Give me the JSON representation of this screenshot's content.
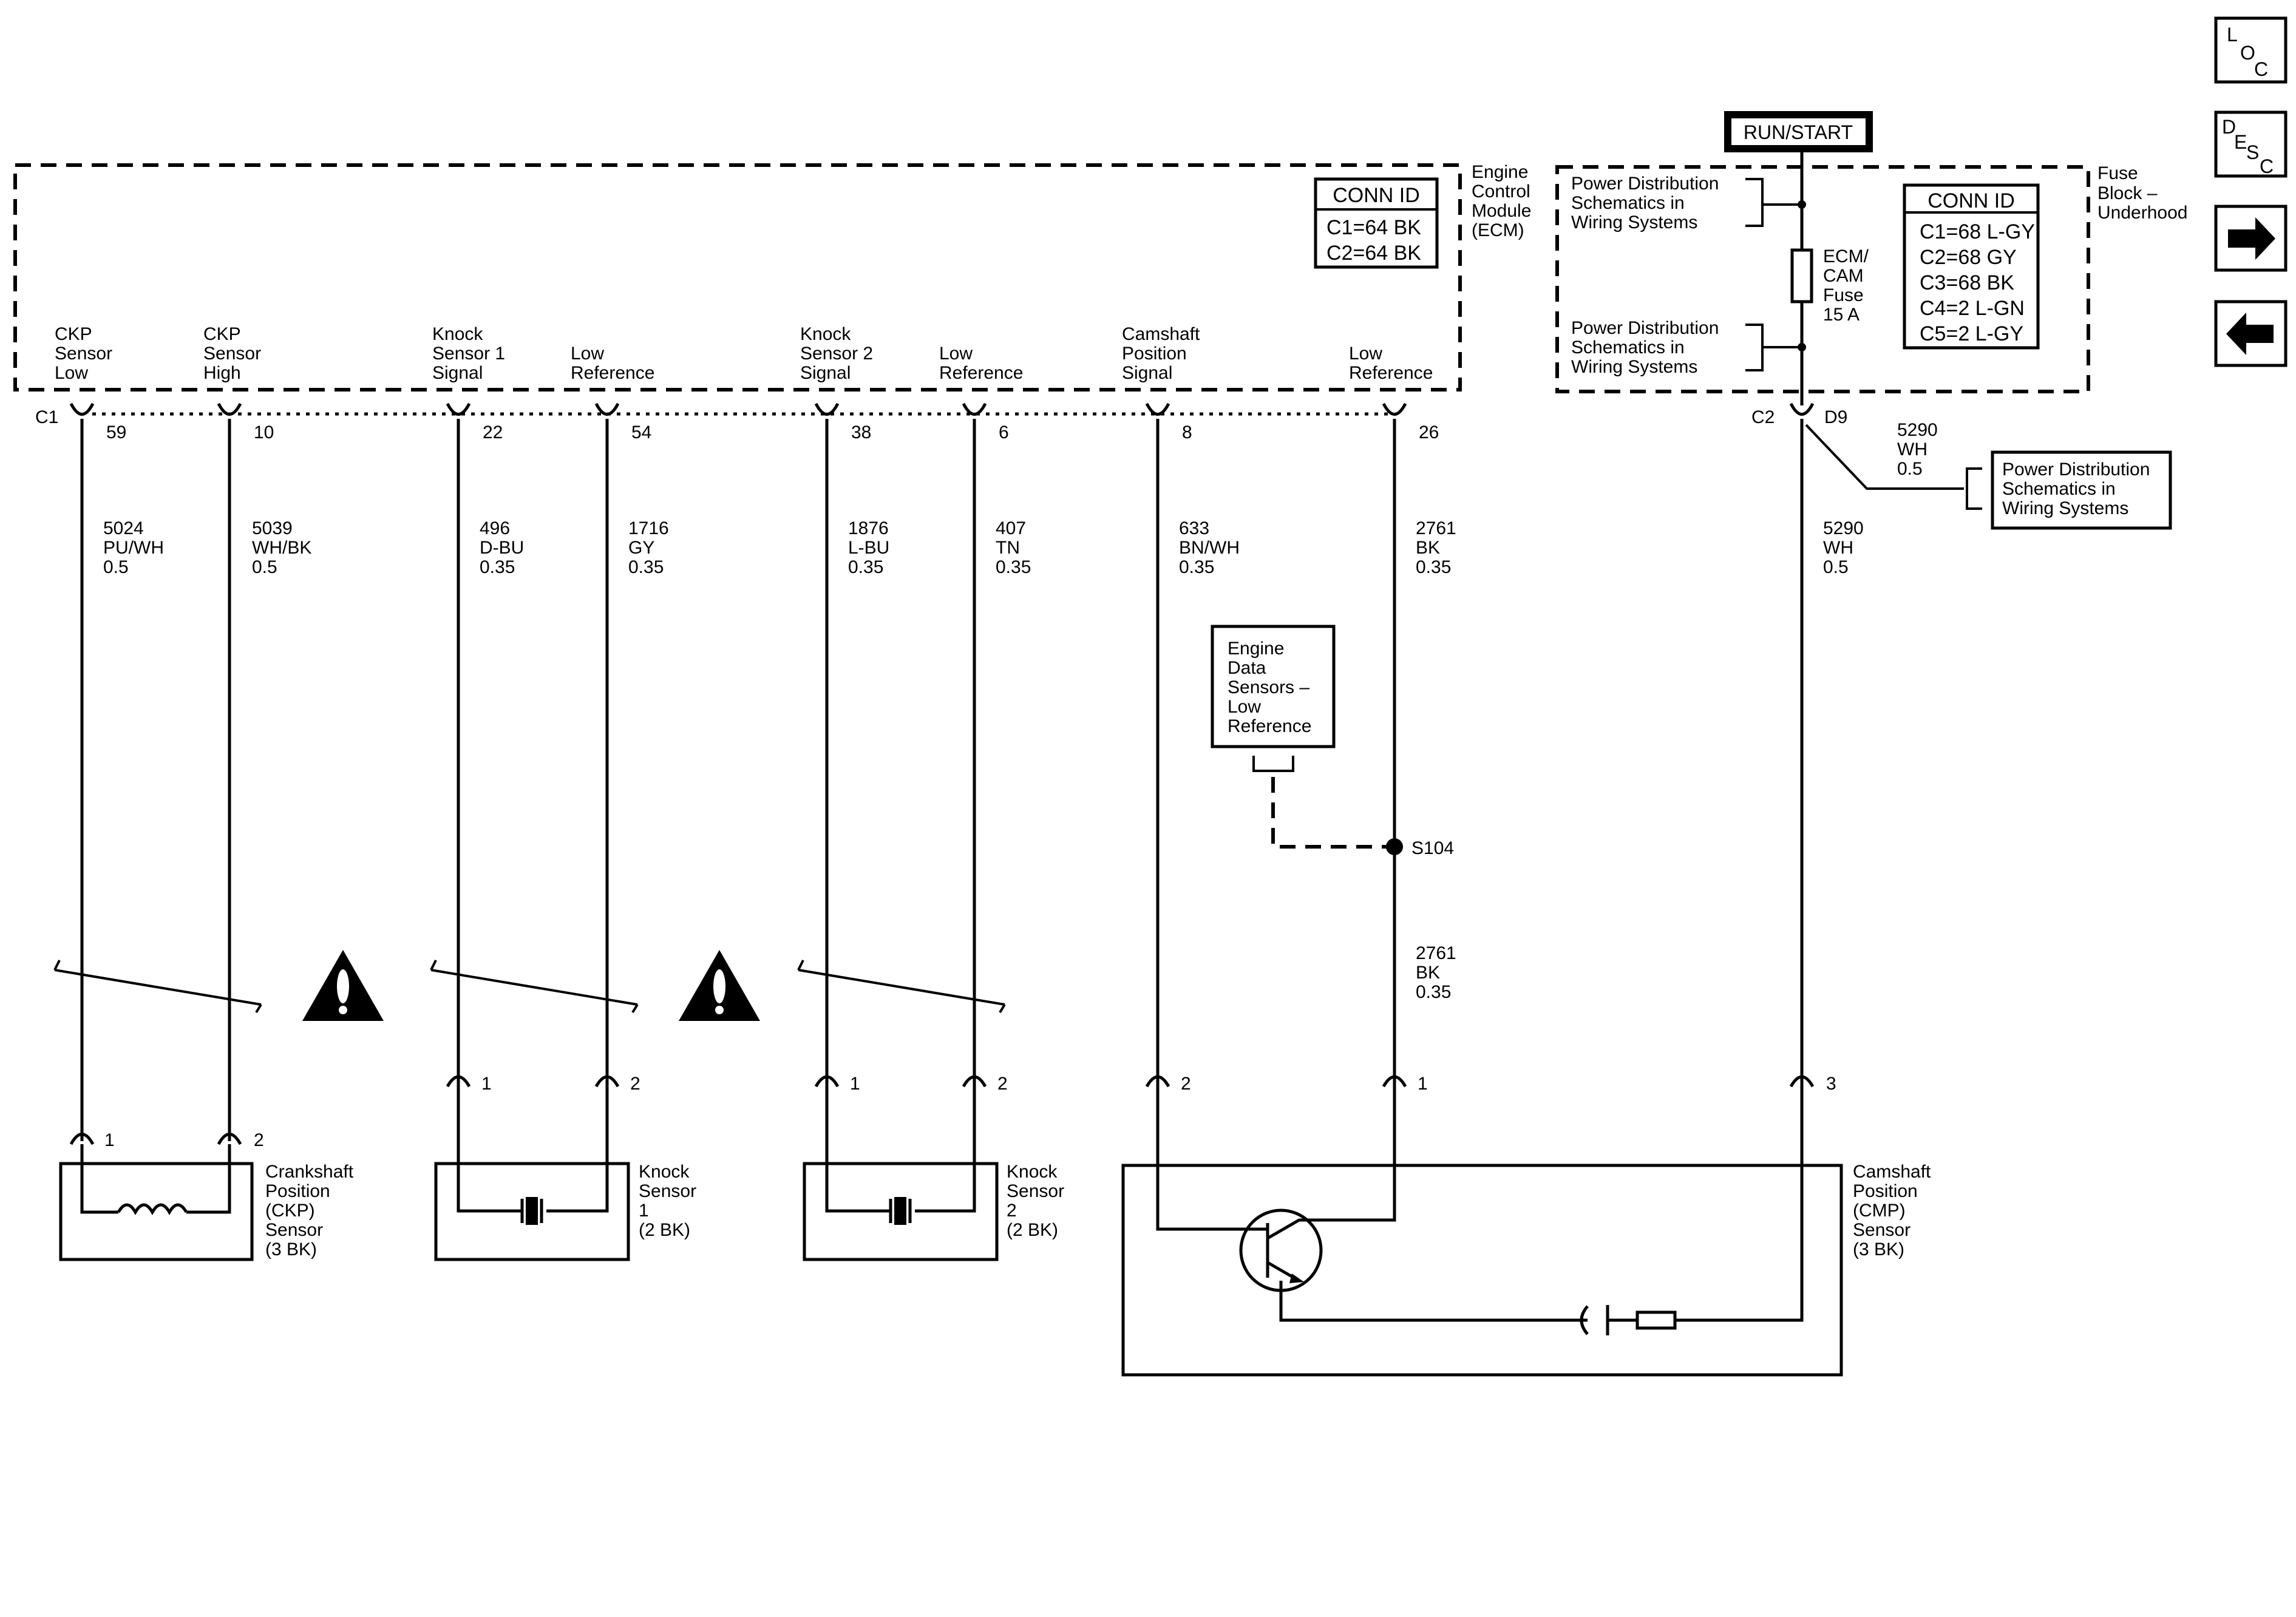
{
  "nav": {
    "loc": [
      "L",
      "O",
      "C"
    ],
    "desc": [
      "D",
      "E",
      "S",
      "C"
    ],
    "next_icon": "arrow-right-icon",
    "prev_icon": "arrow-left-icon"
  },
  "ecm": {
    "title": [
      "Engine",
      "Control",
      "Module",
      "(ECM)"
    ],
    "conn_id": {
      "title": "CONN ID",
      "lines": [
        "C1=64 BK",
        "C2=64 BK"
      ]
    },
    "connector": "C1",
    "pins": [
      {
        "label": [
          "CKP",
          "Sensor",
          "Low"
        ],
        "pin": "59",
        "circuit": "5024",
        "color": "PU/WH",
        "size": "0.5"
      },
      {
        "label": [
          "CKP",
          "Sensor",
          "High"
        ],
        "pin": "10",
        "circuit": "5039",
        "color": "WH/BK",
        "size": "0.5"
      },
      {
        "label": [
          "Knock",
          "Sensor 1",
          "Signal"
        ],
        "pin": "22",
        "circuit": "496",
        "color": "D-BU",
        "size": "0.35"
      },
      {
        "label": [
          "Low",
          "Reference"
        ],
        "pin": "54",
        "circuit": "1716",
        "color": "GY",
        "size": "0.35"
      },
      {
        "label": [
          "Knock",
          "Sensor 2",
          "Signal"
        ],
        "pin": "38",
        "circuit": "1876",
        "color": "L-BU",
        "size": "0.35"
      },
      {
        "label": [
          "Low",
          "Reference"
        ],
        "pin": "6",
        "circuit": "407",
        "color": "TN",
        "size": "0.35"
      },
      {
        "label": [
          "Camshaft",
          "Position",
          "Signal"
        ],
        "pin": "8",
        "circuit": "633",
        "color": "BN/WH",
        "size": "0.35"
      },
      {
        "label": [
          "Low",
          "Reference"
        ],
        "pin": "26",
        "circuit": "2761",
        "color": "BK",
        "size": "0.35"
      }
    ]
  },
  "fuse_block": {
    "run_start": "RUN/START",
    "title": [
      "Fuse",
      "Block –",
      "Underhood"
    ],
    "conn_id": {
      "title": "CONN ID",
      "lines": [
        "C1=68 L-GY",
        "C2=68 GY",
        "C3=68 BK",
        "C4=2 L-GN",
        "C5=2 L-GY"
      ]
    },
    "pd_ref": [
      "Power Distribution",
      "Schematics in",
      "Wiring Systems"
    ],
    "fuse": [
      "ECM/",
      "CAM",
      "Fuse",
      "15 A"
    ],
    "connector": "C2",
    "pin": "D9",
    "branch_wire": {
      "circuit": "5290",
      "color": "WH",
      "size": "0.5"
    },
    "wire": {
      "circuit": "5290",
      "color": "WH",
      "size": "0.5"
    }
  },
  "splice": {
    "name": "S104",
    "ref_box": [
      "Engine",
      "Data",
      "Sensors –",
      "Low",
      "Reference"
    ],
    "after": {
      "circuit": "2761",
      "color": "BK",
      "size": "0.35"
    }
  },
  "sensors": {
    "ckp": {
      "label": [
        "Crankshaft",
        "Position",
        "(CKP)",
        "Sensor",
        "(3 BK)"
      ],
      "pins": [
        "1",
        "2"
      ]
    },
    "ks1": {
      "label": [
        "Knock",
        "Sensor",
        "1",
        "(2 BK)"
      ],
      "pins": [
        "1",
        "2"
      ]
    },
    "ks2": {
      "label": [
        "Knock",
        "Sensor",
        "2",
        "(2 BK)"
      ],
      "pins": [
        "1",
        "2"
      ]
    },
    "cmp": {
      "label": [
        "Camshaft",
        "Position",
        "(CMP)",
        "Sensor",
        "(3 BK)"
      ],
      "pins": [
        "2",
        "1",
        "3"
      ]
    }
  },
  "warning_icon": "warning-triangle-icon"
}
